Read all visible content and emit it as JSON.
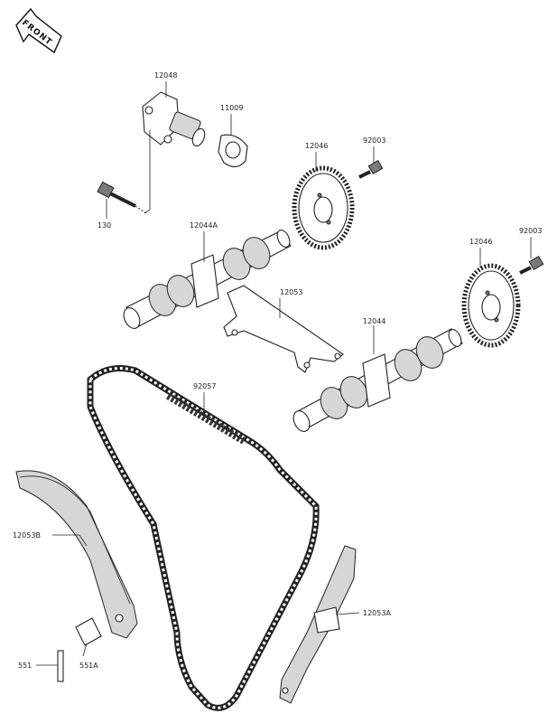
{
  "front_indicator": {
    "text": "FRONT"
  },
  "callouts": [
    {
      "id": "12048"
    },
    {
      "id": "11009"
    },
    {
      "id": "130"
    },
    {
      "id": "12046"
    },
    {
      "id": "92003"
    },
    {
      "id": "12044A"
    },
    {
      "id": "12046"
    },
    {
      "id": "92003"
    },
    {
      "id": "12053"
    },
    {
      "id": "12044"
    },
    {
      "id": "92057"
    },
    {
      "id": "12053B"
    },
    {
      "id": "12053A"
    },
    {
      "id": "551"
    },
    {
      "id": "551A"
    }
  ]
}
